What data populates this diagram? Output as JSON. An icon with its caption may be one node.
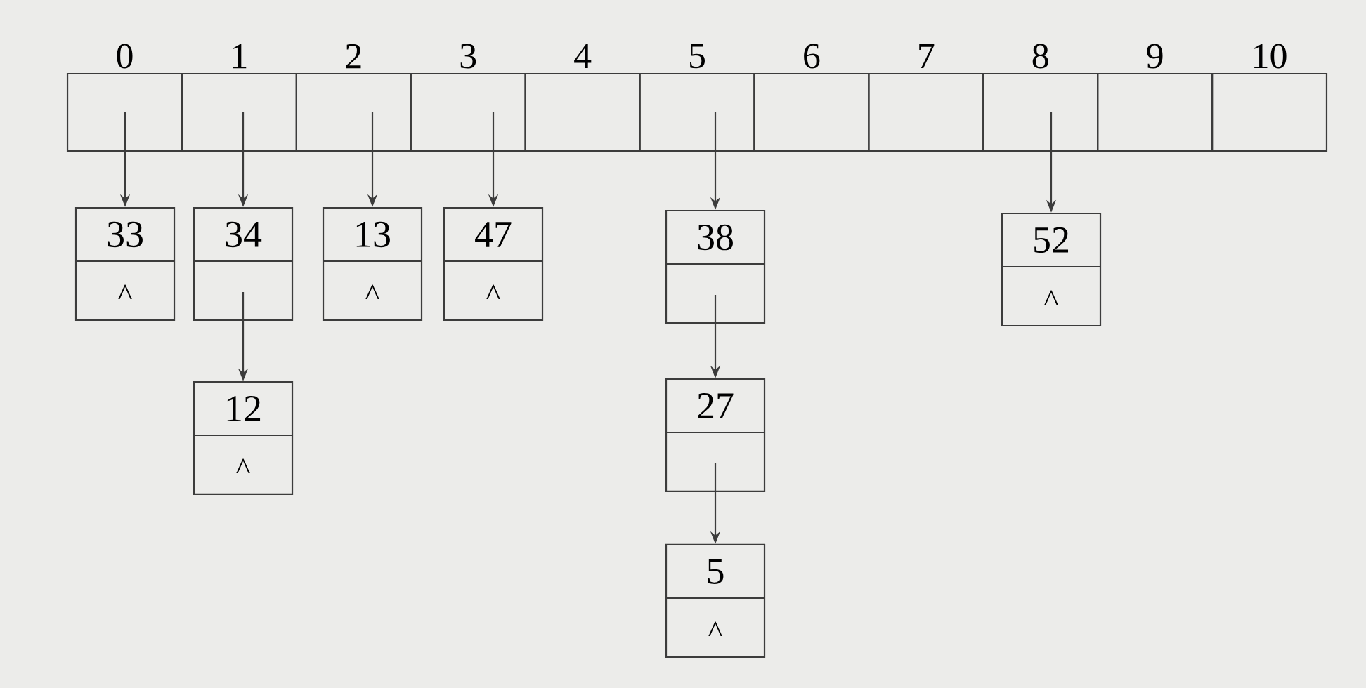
{
  "diagram": {
    "nodes": [
      {
        "text": [
          "0"
        ]
      },
      {
        "text": [
          "1"
        ]
      },
      {
        "text": [
          "2"
        ]
      },
      {
        "text": [
          "3"
        ]
      },
      {
        "text": [
          "4"
        ]
      },
      {
        "text": [
          "5"
        ]
      },
      {
        "text": [
          "6"
        ]
      },
      {
        "text": [
          "7"
        ]
      },
      {
        "text": [
          "8"
        ]
      },
      {
        "text": [
          "9"
        ]
      },
      {
        "text": [
          "10"
        ]
      },
      {
        "text": [
          "33",
          "^"
        ]
      },
      {
        "text": [
          "34"
        ]
      },
      {
        "text": [
          "13",
          "^"
        ]
      },
      {
        "text": [
          "47",
          "^"
        ]
      },
      {
        "text": [
          "38"
        ]
      },
      {
        "text": [
          "52",
          "^"
        ]
      },
      {
        "text": [
          "12",
          "^"
        ]
      },
      {
        "text": [
          "27"
        ]
      },
      {
        "text": [
          "5",
          "^"
        ]
      }
    ],
    "edges": [
      {
        "from": 0,
        "to": 11,
        "arrow": "to"
      },
      {
        "from": 1,
        "to": 12,
        "arrow": "to"
      },
      {
        "from": 2,
        "to": 13,
        "arrow": "to"
      },
      {
        "from": 3,
        "to": 14,
        "arrow": "to"
      },
      {
        "from": 5,
        "to": 15,
        "arrow": "to"
      },
      {
        "from": 8,
        "to": 16,
        "arrow": "to"
      },
      {
        "from": 12,
        "to": 17,
        "arrow": "to"
      },
      {
        "from": 15,
        "to": 18,
        "arrow": "to"
      },
      {
        "from": 18,
        "to": 19,
        "arrow": "to"
      }
    ]
  }
}
